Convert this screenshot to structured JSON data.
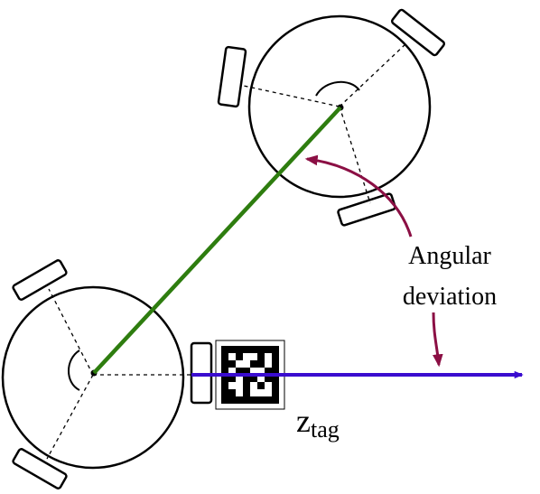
{
  "labels": {
    "angular_deviation_line1": "Angular",
    "angular_deviation_line2": "deviation",
    "z_main": "z",
    "z_sub": "tag"
  },
  "colors": {
    "trajectory_line": "#2e7d0f",
    "z_axis": "#3a0ccf",
    "curved_arrows": "#8b0f44",
    "outline": "#000000",
    "background": "#ffffff"
  },
  "icons": {
    "fiducial_tag": "apriltag-marker-icon",
    "robot": "three-wheeled-robot-icon"
  }
}
